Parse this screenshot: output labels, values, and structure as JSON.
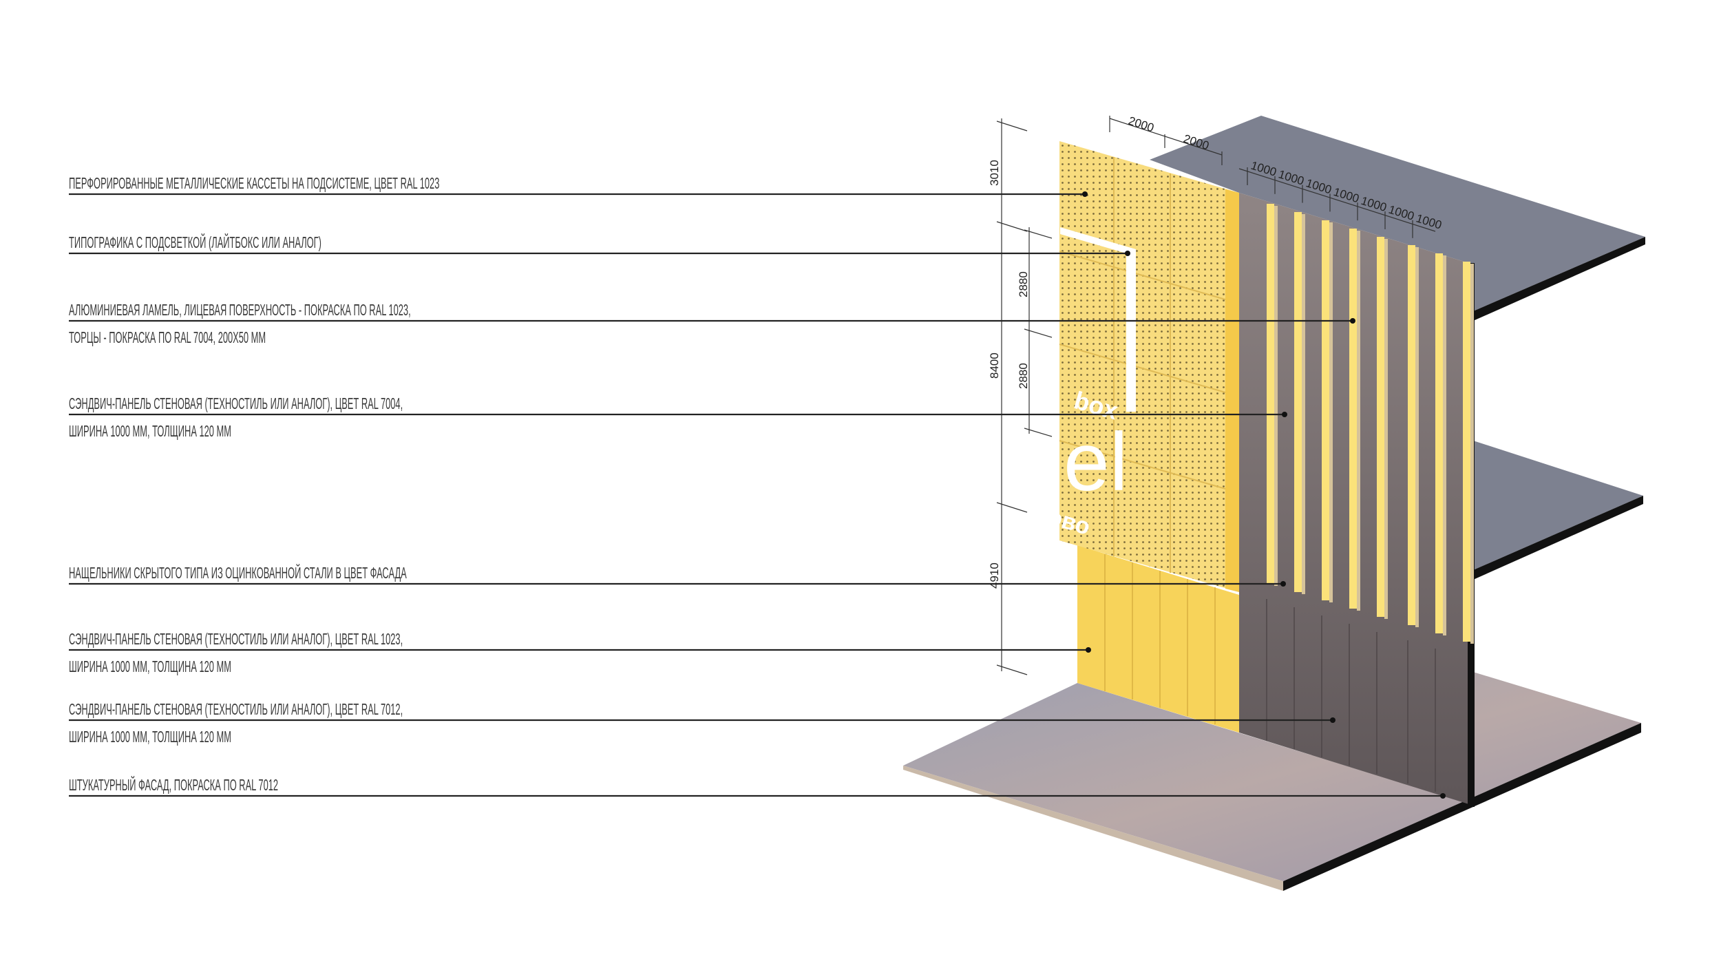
{
  "labels": [
    {
      "lines": [
        "ПЕРФОРИРОВАННЫЕ МЕТАЛЛИЧЕСКИЕ КАССЕТЫ НА ПОДСИСТЕМЕ, ЦВЕТ RAL 1023"
      ]
    },
    {
      "lines": [
        "ТИПОГРАФИКА С ПОДСВЕТКОЙ (ЛАЙТБОКС ИЛИ АНАЛОГ)"
      ]
    },
    {
      "lines": [
        "АЛЮМИНИЕВАЯ ЛАМЕЛЬ, ЛИЦЕВАЯ ПОВЕРХНОСТЬ - ПОКРАСКА ПО RAL 1023,",
        "ТОРЦЫ - ПОКРАСКА ПО RAL 7004, 200Х50 ММ"
      ]
    },
    {
      "lines": [
        "СЭНДВИЧ-ПАНЕЛЬ СТЕНОВАЯ (ТЕХНОСТИЛЬ ИЛИ АНАЛОГ), ЦВЕТ RAL 7004,",
        "ШИРИНА 1000 ММ, ТОЛЩИНА 120 ММ"
      ]
    },
    {
      "lines": [
        "НАЩЕЛЬНИКИ СКРЫТОГО ТИПА ИЗ ОЦИНКОВАННОЙ СТАЛИ В ЦВЕТ ФАСАДА"
      ]
    },
    {
      "lines": [
        "СЭНДВИЧ-ПАНЕЛЬ СТЕНОВАЯ (ТЕХНОСТИЛЬ ИЛИ АНАЛОГ), ЦВЕТ RAL 1023,",
        "ШИРИНА 1000 ММ, ТОЛЩИНА 120 ММ"
      ]
    },
    {
      "lines": [
        "СЭНДВИЧ-ПАНЕЛЬ СТЕНОВАЯ (ТЕХНОСТИЛЬ ИЛИ АНАЛОГ), ЦВЕТ RAL 7012,",
        "ШИРИНА 1000 ММ, ТОЛЩИНА 120 ММ"
      ]
    },
    {
      "lines": [
        "ШТУКАТУРНЫЙ ФАСАД, ПОКРАСКА ПО RAL 7012"
      ]
    }
  ],
  "dimensions": {
    "vertical_outer": [
      "3010",
      "8400",
      "4910"
    ],
    "vertical_inner": [
      "2880",
      "2880"
    ],
    "top_cassettes": [
      "2000",
      "2000"
    ],
    "top_lamellas": [
      "1000",
      "1000",
      "1000",
      "1000",
      "1000",
      "1000",
      "1000"
    ]
  },
  "signage": {
    "line1": "box",
    "line2": "el",
    "line3": "ово"
  },
  "colors": {
    "yellow": "#f7d35a",
    "perforated": "#f8dc7e",
    "dark_wall": "#6e6468",
    "slab": "#7d8190",
    "floor": "#a9a6b4"
  }
}
